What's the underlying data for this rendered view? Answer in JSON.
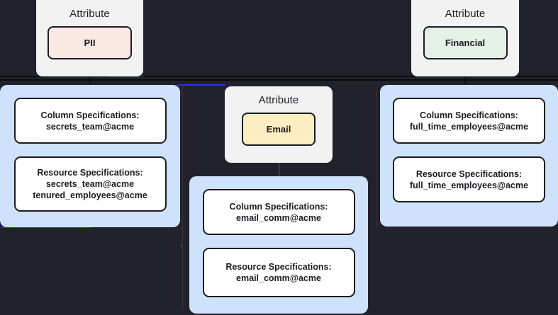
{
  "canvas": {
    "background": "#21222b",
    "accent_color": "#2b2bf5",
    "panel_color": "#cfe2fb",
    "card_color": "#f2f2f3"
  },
  "attributes": [
    {
      "title": "Attribute",
      "chip_label": "PII",
      "chip_color": "#fbe7e4"
    },
    {
      "title": "Attribute",
      "chip_label": "Email",
      "chip_color": "#fceec0"
    },
    {
      "title": "Attribute",
      "chip_label": "Financial",
      "chip_color": "#e3f1e6"
    }
  ],
  "panels": [
    {
      "name": "pii-specs",
      "selected": true,
      "boxes": [
        {
          "heading": "Column Specifications:",
          "lines": [
            "secrets_team@acme"
          ]
        },
        {
          "heading": "Resource Specifications:",
          "lines": [
            "secrets_team@acme",
            "tenured_employees@acme"
          ]
        }
      ]
    },
    {
      "name": "email-specs",
      "selected": false,
      "boxes": [
        {
          "heading": "Column Specifications:",
          "lines": [
            "email_comm@acme"
          ]
        },
        {
          "heading": "Resource Specifications:",
          "lines": [
            "email_comm@acme"
          ]
        }
      ]
    },
    {
      "name": "financial-specs",
      "selected": false,
      "boxes": [
        {
          "heading": "Column Specifications:",
          "lines": [
            "full_time_employees@acme"
          ]
        },
        {
          "heading": "Resource Specifications:",
          "lines": [
            "full_time_employees@acme"
          ]
        }
      ]
    }
  ],
  "glyphs": {
    "expand_chevron": "›"
  }
}
